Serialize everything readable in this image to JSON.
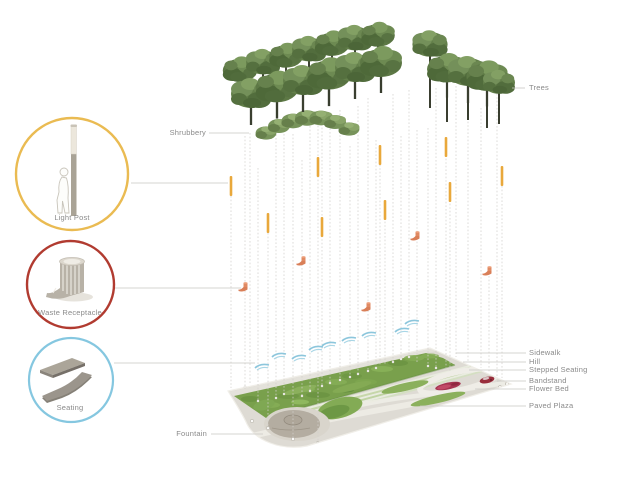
{
  "legend": {
    "light_post": {
      "label": "Light Post",
      "ring_color": "#EABB52"
    },
    "waste_receptacle": {
      "label": "Waste Receptacle",
      "ring_color": "#B13B30"
    },
    "seating": {
      "label": "Seating",
      "ring_color": "#85C7E0"
    }
  },
  "callouts": {
    "trees": "Trees",
    "shrubbery": "Shrubbery",
    "sidewalk": "Sidewalk",
    "hill": "Hill",
    "stepped_seating": "Stepped Seating",
    "bandstand": "Bandstand",
    "flower_bed": "Flower Bed",
    "paved_plaza": "Paved Plaza",
    "fountain": "Fountain"
  },
  "colors": {
    "light_post_marker": "#E9A83B",
    "waste_receptacle_marker": "#DE8660",
    "seating_marker": "#8CC6DC",
    "tree_canopy": "#5D7845",
    "lawn_hill": "#79A04C",
    "paved_plaza": "#DEDBD4",
    "fountain_basin": "#B4ADA1",
    "flower_bed": "#A53450",
    "bandstand": "#982E3C",
    "label_text": "#8A8A8A",
    "leader_line": "#C9C7C3"
  }
}
